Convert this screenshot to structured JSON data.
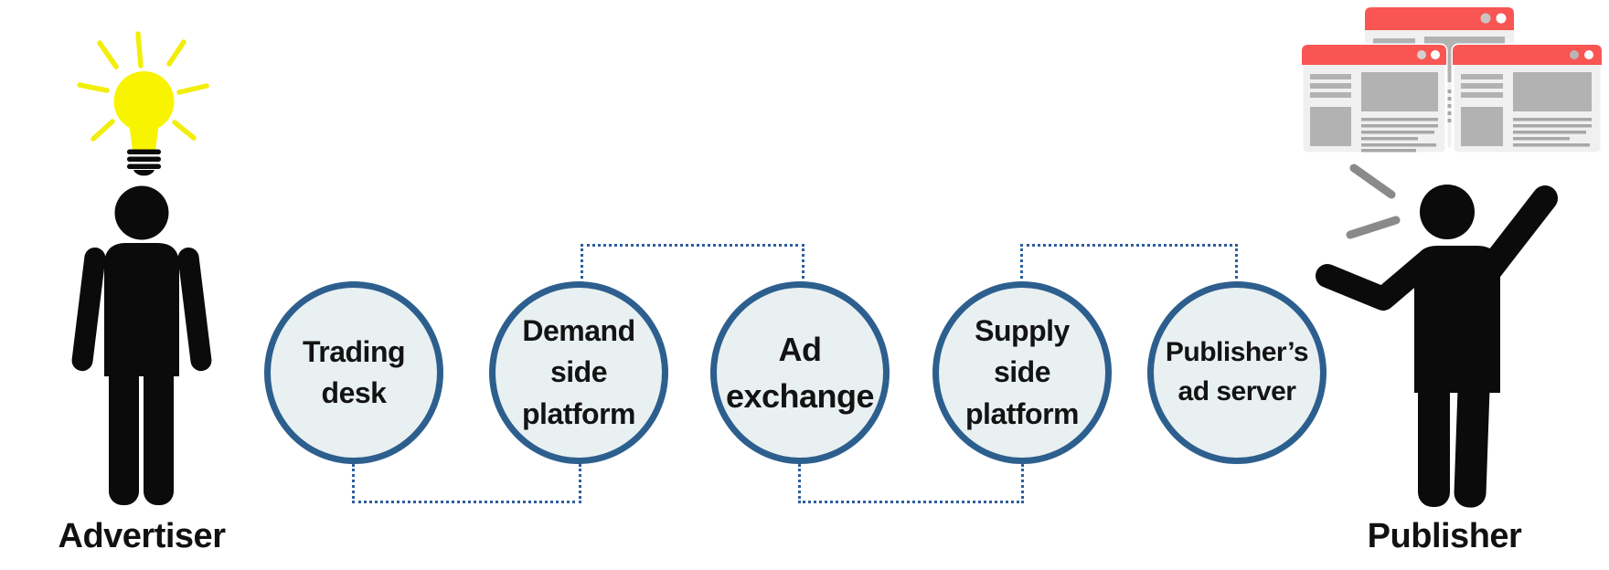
{
  "actors": {
    "advertiser": {
      "label": "Advertiser",
      "icon": "standing-person-with-idea-lightbulb"
    },
    "publisher": {
      "label": "Publisher",
      "icon": "cheering-person-with-webpages"
    }
  },
  "nodes": [
    {
      "id": "trading-desk",
      "label": "Trading\ndesk"
    },
    {
      "id": "demand-side-platform",
      "label": "Demand\nside\nplatform"
    },
    {
      "id": "ad-exchange",
      "label": "Ad\nexchange"
    },
    {
      "id": "supply-side-platform",
      "label": "Supply\nside\nplatform"
    },
    {
      "id": "publishers-ad-server",
      "label": "Publisher’s\nad server"
    }
  ],
  "connectors": [
    {
      "from": "demand-side-platform",
      "to": "ad-exchange",
      "position": "top",
      "style": "dotted"
    },
    {
      "from": "supply-side-platform",
      "to": "publishers-ad-server",
      "position": "top",
      "style": "dotted"
    },
    {
      "from": "trading-desk",
      "to": "demand-side-platform",
      "position": "bottom",
      "style": "dotted"
    },
    {
      "from": "ad-exchange",
      "to": "supply-side-platform",
      "position": "bottom",
      "style": "dotted"
    }
  ],
  "colors": {
    "node_fill": "#e9f0f1",
    "node_border": "#2d5f8e",
    "connector_blue": "#2e5f9e",
    "figure_black": "#0b0b0b",
    "bulb_yellow": "#f8f400",
    "browser_bar_red": "#f85553",
    "browser_body_gray": "#f1f0f0",
    "browser_block_gray": "#b3b2b2",
    "label_text": "#111111"
  }
}
